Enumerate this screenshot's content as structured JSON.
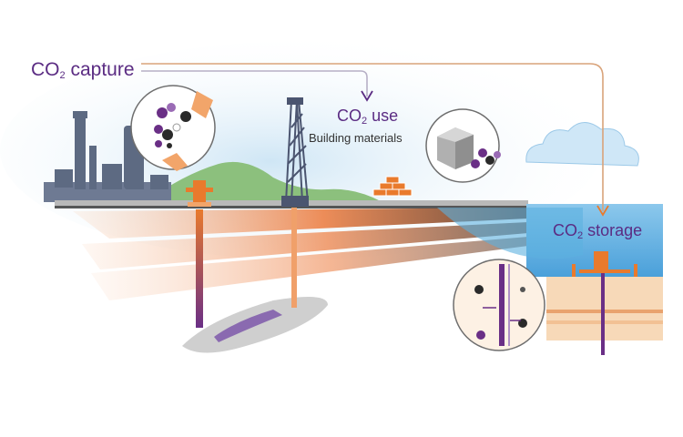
{
  "labels": {
    "capture": {
      "prefix": "CO",
      "sub": "2",
      "text": " capture"
    },
    "use": {
      "prefix": "CO",
      "sub": "2",
      "text": " use"
    },
    "use_detail": "Building materials",
    "storage": {
      "prefix": "CO",
      "sub": "2",
      "text": " storage"
    }
  },
  "colors": {
    "accent_purple": "#5b2c83",
    "accent_orange": "#e97a2c",
    "arrow": "#d9a37a",
    "sky_blue": "#a9d4ee",
    "sea_blue": "#5cb0e0",
    "hill_green": "#8cc07d",
    "industry_gray": "#5d6a82"
  },
  "icons": [
    "refinery-icon",
    "drill-rig-icon",
    "wellhead-icon",
    "bricks-icon",
    "cloud-icon",
    "molecule-icon",
    "storage-platform-icon"
  ]
}
